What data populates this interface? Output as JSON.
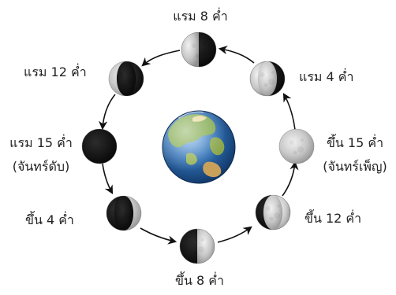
{
  "diagram": {
    "center": {
      "icon": "earth-globe-icon"
    },
    "phases": [
      {
        "id": "waning-8",
        "label": "แรม 8 ค่ำ",
        "sublabel": "",
        "phase": "last-quarter"
      },
      {
        "id": "waning-4",
        "label": "แรม 4 ค่ำ",
        "sublabel": "",
        "phase": "waning-gibbous"
      },
      {
        "id": "waxing-15",
        "label": "ขึ้น 15 ค่ำ",
        "sublabel": "(จันทร์เพ็ญ)",
        "phase": "full"
      },
      {
        "id": "waxing-12",
        "label": "ขึ้น 12 ค่ำ",
        "sublabel": "",
        "phase": "waxing-gibbous"
      },
      {
        "id": "waxing-8",
        "label": "ขึ้น 8 ค่ำ",
        "sublabel": "",
        "phase": "first-quarter"
      },
      {
        "id": "waxing-4",
        "label": "ขึ้น 4 ค่ำ",
        "sublabel": "",
        "phase": "waxing-crescent"
      },
      {
        "id": "waning-15",
        "label": "แรม 15 ค่ำ",
        "sublabel": "(จันทร์ดับ)",
        "phase": "new"
      },
      {
        "id": "waning-12",
        "label": "แรม 12 ค่ำ",
        "sublabel": "",
        "phase": "waning-crescent"
      }
    ],
    "colors": {
      "arrow": "#111111",
      "moon_lit": "#c9c9c9",
      "moon_dark": "#151515",
      "ocean": "#2a6fb8",
      "land": "#8fae4f"
    }
  }
}
